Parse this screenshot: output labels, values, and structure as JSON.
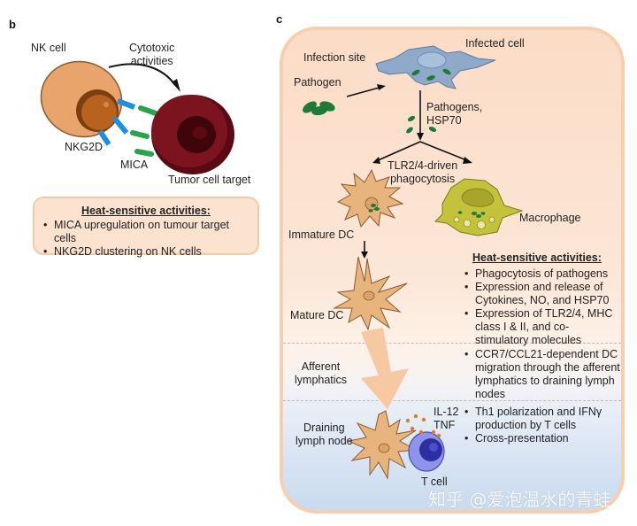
{
  "panel_b": {
    "letter": "b",
    "labels": {
      "nk_cell": "NK cell",
      "cytotoxic": "Cytotoxic\nactivities",
      "nkg2d": "NKG2D",
      "mica": "MICA",
      "tumor": "Tumor cell target"
    },
    "heat_box": {
      "title": "Heat-sensitive activities:",
      "items": [
        "MICA upregulation on tumour target cells",
        "NKG2D clustering on NK cells"
      ]
    },
    "colors": {
      "nk_cell": "#e9a46c",
      "nk_nucleus": "#b8621f",
      "tumor": "#6b0d15",
      "receptor": "#1e8ee0",
      "ligand": "#27a54a",
      "box_fill": "#fbe3d0",
      "box_border": "#f3c9a6"
    }
  },
  "panel_c": {
    "letter": "c",
    "labels": {
      "infection_site": "Infection site",
      "infected_cell": "Infected cell",
      "pathogen": "Pathogen",
      "pathogens_hsp70": "Pathogens,\nHSP70",
      "tlr": "TLR2/4-driven\nphagocytosis",
      "immature_dc": "Immature DC",
      "macrophage": "Macrophage",
      "mature_dc": "Mature DC",
      "afferent": "Afferent\nlymphatics",
      "draining": "Draining\nlymph node",
      "il12_tnf": "IL-12\nTNF",
      "t_cell": "T cell"
    },
    "heat_title": "Heat-sensitive activities:",
    "activities_tissue": [
      "Phagocytosis of pathogens",
      "Expression and release of Cytokines, NO, and HSP70",
      "Expression of TLR2/4, MHC class I & II, and co-stimulatory molecules"
    ],
    "activities_lymphatics": [
      "CCR7/CCL21-dependent DC migration through the afferent lymphatics to draining lymph nodes"
    ],
    "activities_node": [
      "Th1 polarization and IFNγ production by T cells",
      "Cross-presentation"
    ],
    "colors": {
      "tissue_bg": "#fbdcc6",
      "node_bg": "#c9daef",
      "border": "#f6cfae",
      "infected_cell": "#8fa9c9",
      "pathogen": "#1f7a3a",
      "dc": "#e8b47e",
      "macrophage": "#c4c13a",
      "t_cell": "#6b6fd8",
      "cytokine_dot": "#e07b2a",
      "migration_arrow": "#f7c9a3"
    }
  },
  "watermark": "知乎 @爱泡温水的青蛙"
}
